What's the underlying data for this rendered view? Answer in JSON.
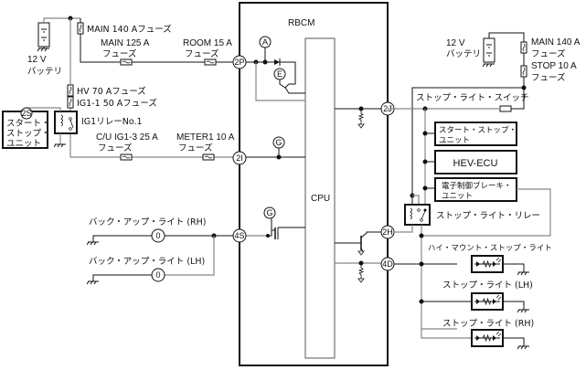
{
  "ecu": {
    "title": "RBCM",
    "cpu": "CPU",
    "connectors": {
      "c2P": "2P",
      "c2I": "2I",
      "c4S": "4S",
      "c2J": "2J",
      "c2H": "2H",
      "c4D": "4D"
    },
    "markers": {
      "A": "A",
      "E": "E",
      "G1": "G",
      "G2": "G"
    }
  },
  "left": {
    "battery": [
      "12 V",
      "バッテリ"
    ],
    "main140": "MAIN 140 Aフューズ",
    "main125": [
      "MAIN 125 A",
      "フューズ"
    ],
    "room15": [
      "ROOM 15 A",
      "フューズ"
    ],
    "hv70": "HV 70 Aフューズ",
    "ig1_1": "IG1-1 50 Aフューズ",
    "ig1relay": "IG1リレーNo.1",
    "start_stop_connector": "2S",
    "start_stop_unit": [
      "スタート・",
      "ストップ・",
      "ユニット"
    ],
    "cu_ig1_3": [
      "C/U IG1-3 25 A",
      "フューズ"
    ],
    "meter1": [
      "METER1 10 A",
      "フューズ"
    ],
    "backup_rh": "バック・アップ・ライト (RH)",
    "backup_lh": "バック・アップ・ライト (LH)",
    "bulb_label": "0"
  },
  "right": {
    "battery": [
      "12 V",
      "バッテリ"
    ],
    "main140": [
      "MAIN 140 A",
      "フューズ"
    ],
    "stop10": [
      "STOP 10 A",
      "フューズ"
    ],
    "stop_switch": "ストップ・ライト・スイッチ",
    "start_stop_unit": [
      "スタート・ストップ・",
      "ユニット"
    ],
    "hev_ecu": "HEV-ECU",
    "brake_unit": [
      "電子制御ブレーキ・",
      "ユニット"
    ],
    "stop_relay": "ストップ・ライト・リレー",
    "high_mount": "ハイ・マウント・ストップ・ライト",
    "stop_lh": "ストップ・ライト (LH)",
    "stop_rh": "ストップ・ライト (RH)"
  }
}
